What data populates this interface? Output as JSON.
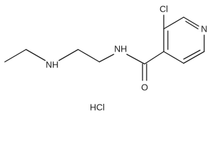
{
  "molecule": {
    "labels": {
      "chlorine": "Cl",
      "ring_nitrogen": "N",
      "amide_nitrogen": "NH",
      "amine_nitrogen": "NH",
      "carbonyl_oxygen": "O"
    },
    "salt": "HCl"
  }
}
